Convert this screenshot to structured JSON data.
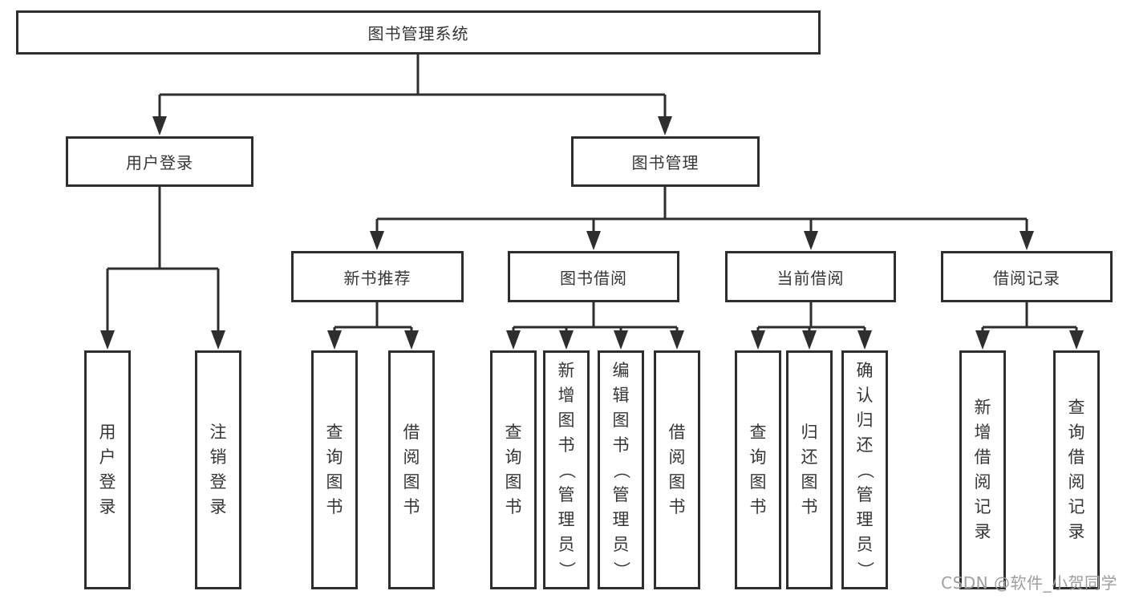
{
  "tree": {
    "root": "图书管理系统",
    "user_login": {
      "label": "用户登录",
      "children": [
        "用户登录",
        "注销登录"
      ]
    },
    "book_mgmt": {
      "label": "图书管理",
      "groups": [
        {
          "label": "新书推荐",
          "children": [
            "查询图书",
            "借阅图书"
          ]
        },
        {
          "label": "图书借阅",
          "children": [
            "查询图书",
            "新增图书（管理员）",
            "编辑图书（管理员）",
            "借阅图书"
          ]
        },
        {
          "label": "当前借阅",
          "children": [
            "查询图书",
            "归还图书",
            "确认归还（管理员）"
          ]
        },
        {
          "label": "借阅记录",
          "children": [
            "新增借阅记录",
            "查询借阅记录"
          ]
        }
      ]
    }
  },
  "watermark": {
    "text": "CSDN @软件_小贺同学"
  },
  "colors": {
    "line": "#2e2e2e",
    "text": "#363636",
    "watermark": "#9e9e9e",
    "background": "#ffffff"
  }
}
